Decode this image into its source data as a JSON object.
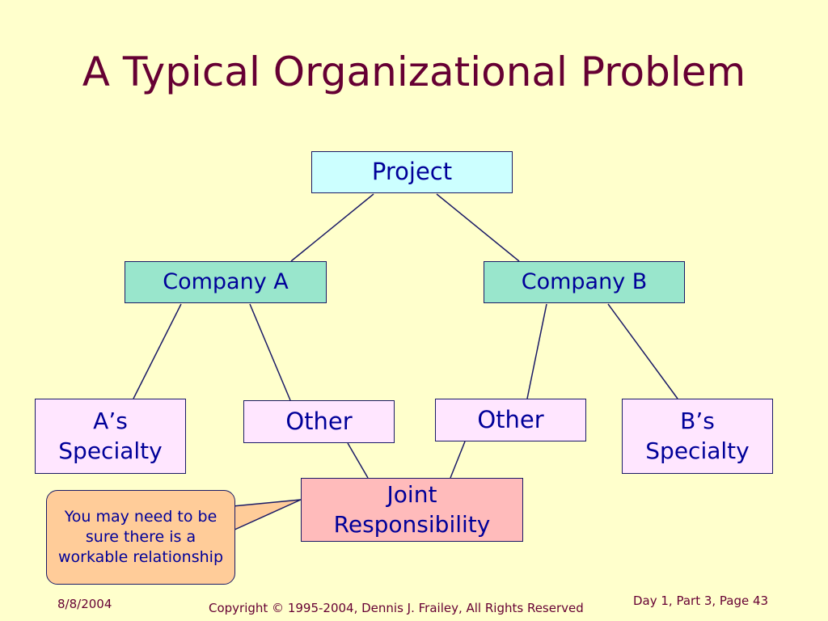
{
  "slide": {
    "title": "A Typical Organizational Problem"
  },
  "diagram": {
    "nodes": {
      "project": "Project",
      "company_a": "Company A",
      "company_b": "Company B",
      "a_specialty": "A’s\nSpecialty",
      "other_a": "Other",
      "other_b": "Other",
      "b_specialty": "B’s\nSpecialty",
      "joint": "Joint\nResponsibility"
    },
    "callout": "You may need to be sure there is a workable relationship",
    "edges": [
      [
        "project",
        "company_a"
      ],
      [
        "project",
        "company_b"
      ],
      [
        "company_a",
        "a_specialty"
      ],
      [
        "company_a",
        "other_a"
      ],
      [
        "company_b",
        "other_b"
      ],
      [
        "company_b",
        "b_specialty"
      ],
      [
        "other_a",
        "joint"
      ],
      [
        "other_b",
        "joint"
      ],
      [
        "callout",
        "joint"
      ]
    ],
    "colors": {
      "line": "#1a1a66",
      "text": "#000099",
      "title": "#660033",
      "background": "#FFFFCC",
      "project_fill": "#CCFFFF",
      "company_fill": "#99E6CC",
      "leaf_fill": "#FFE6FF",
      "joint_fill": "#FFBBBB",
      "callout_fill": "#FFCC99"
    }
  },
  "footer": {
    "date": "8/8/2004",
    "copyright": "Copyright © 1995-2004, Dennis J. Frailey, All Rights Reserved",
    "page": "Day 1, Part 3, Page 43"
  }
}
